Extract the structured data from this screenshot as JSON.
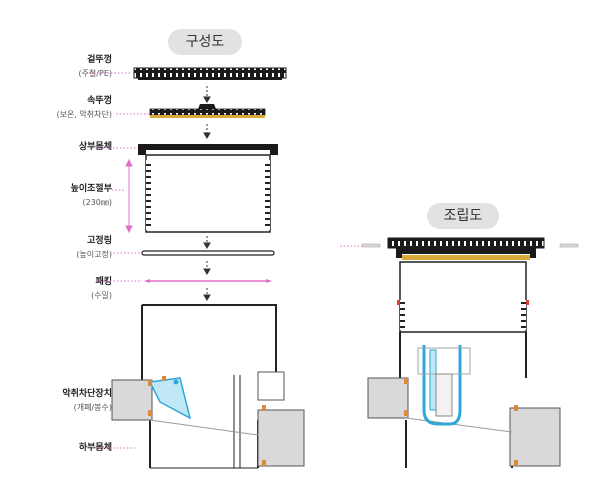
{
  "titles": {
    "composition": "구성도",
    "assembly": "조립도"
  },
  "labels": [
    {
      "title": "겉뚜껑",
      "sub": "(주철/PE)"
    },
    {
      "title": "속뚜껑",
      "sub": "(보온, 악취차단)"
    },
    {
      "title": "상부몸체",
      "sub": ""
    },
    {
      "title": "높이조절부",
      "sub": "(230㎜)"
    },
    {
      "title": "고정링",
      "sub": "(높이고정)"
    },
    {
      "title": "패킹",
      "sub": "(수밀)"
    },
    {
      "title": "악취차단장치",
      "sub": "(개폐/봉수)"
    },
    {
      "title": "하부몸체",
      "sub": ""
    }
  ],
  "colors": {
    "leader": "#e070c8",
    "outline": "#222222",
    "cover": "#1a1a1a",
    "gasket": "#d9a93a",
    "pipe": "#d9d9d9",
    "trap": "#2fa8d8",
    "bolt": "#d98a3a",
    "seal": "#d04040",
    "pill": "#e2e2e2"
  },
  "icons": [
    "arrow-down-icon"
  ]
}
